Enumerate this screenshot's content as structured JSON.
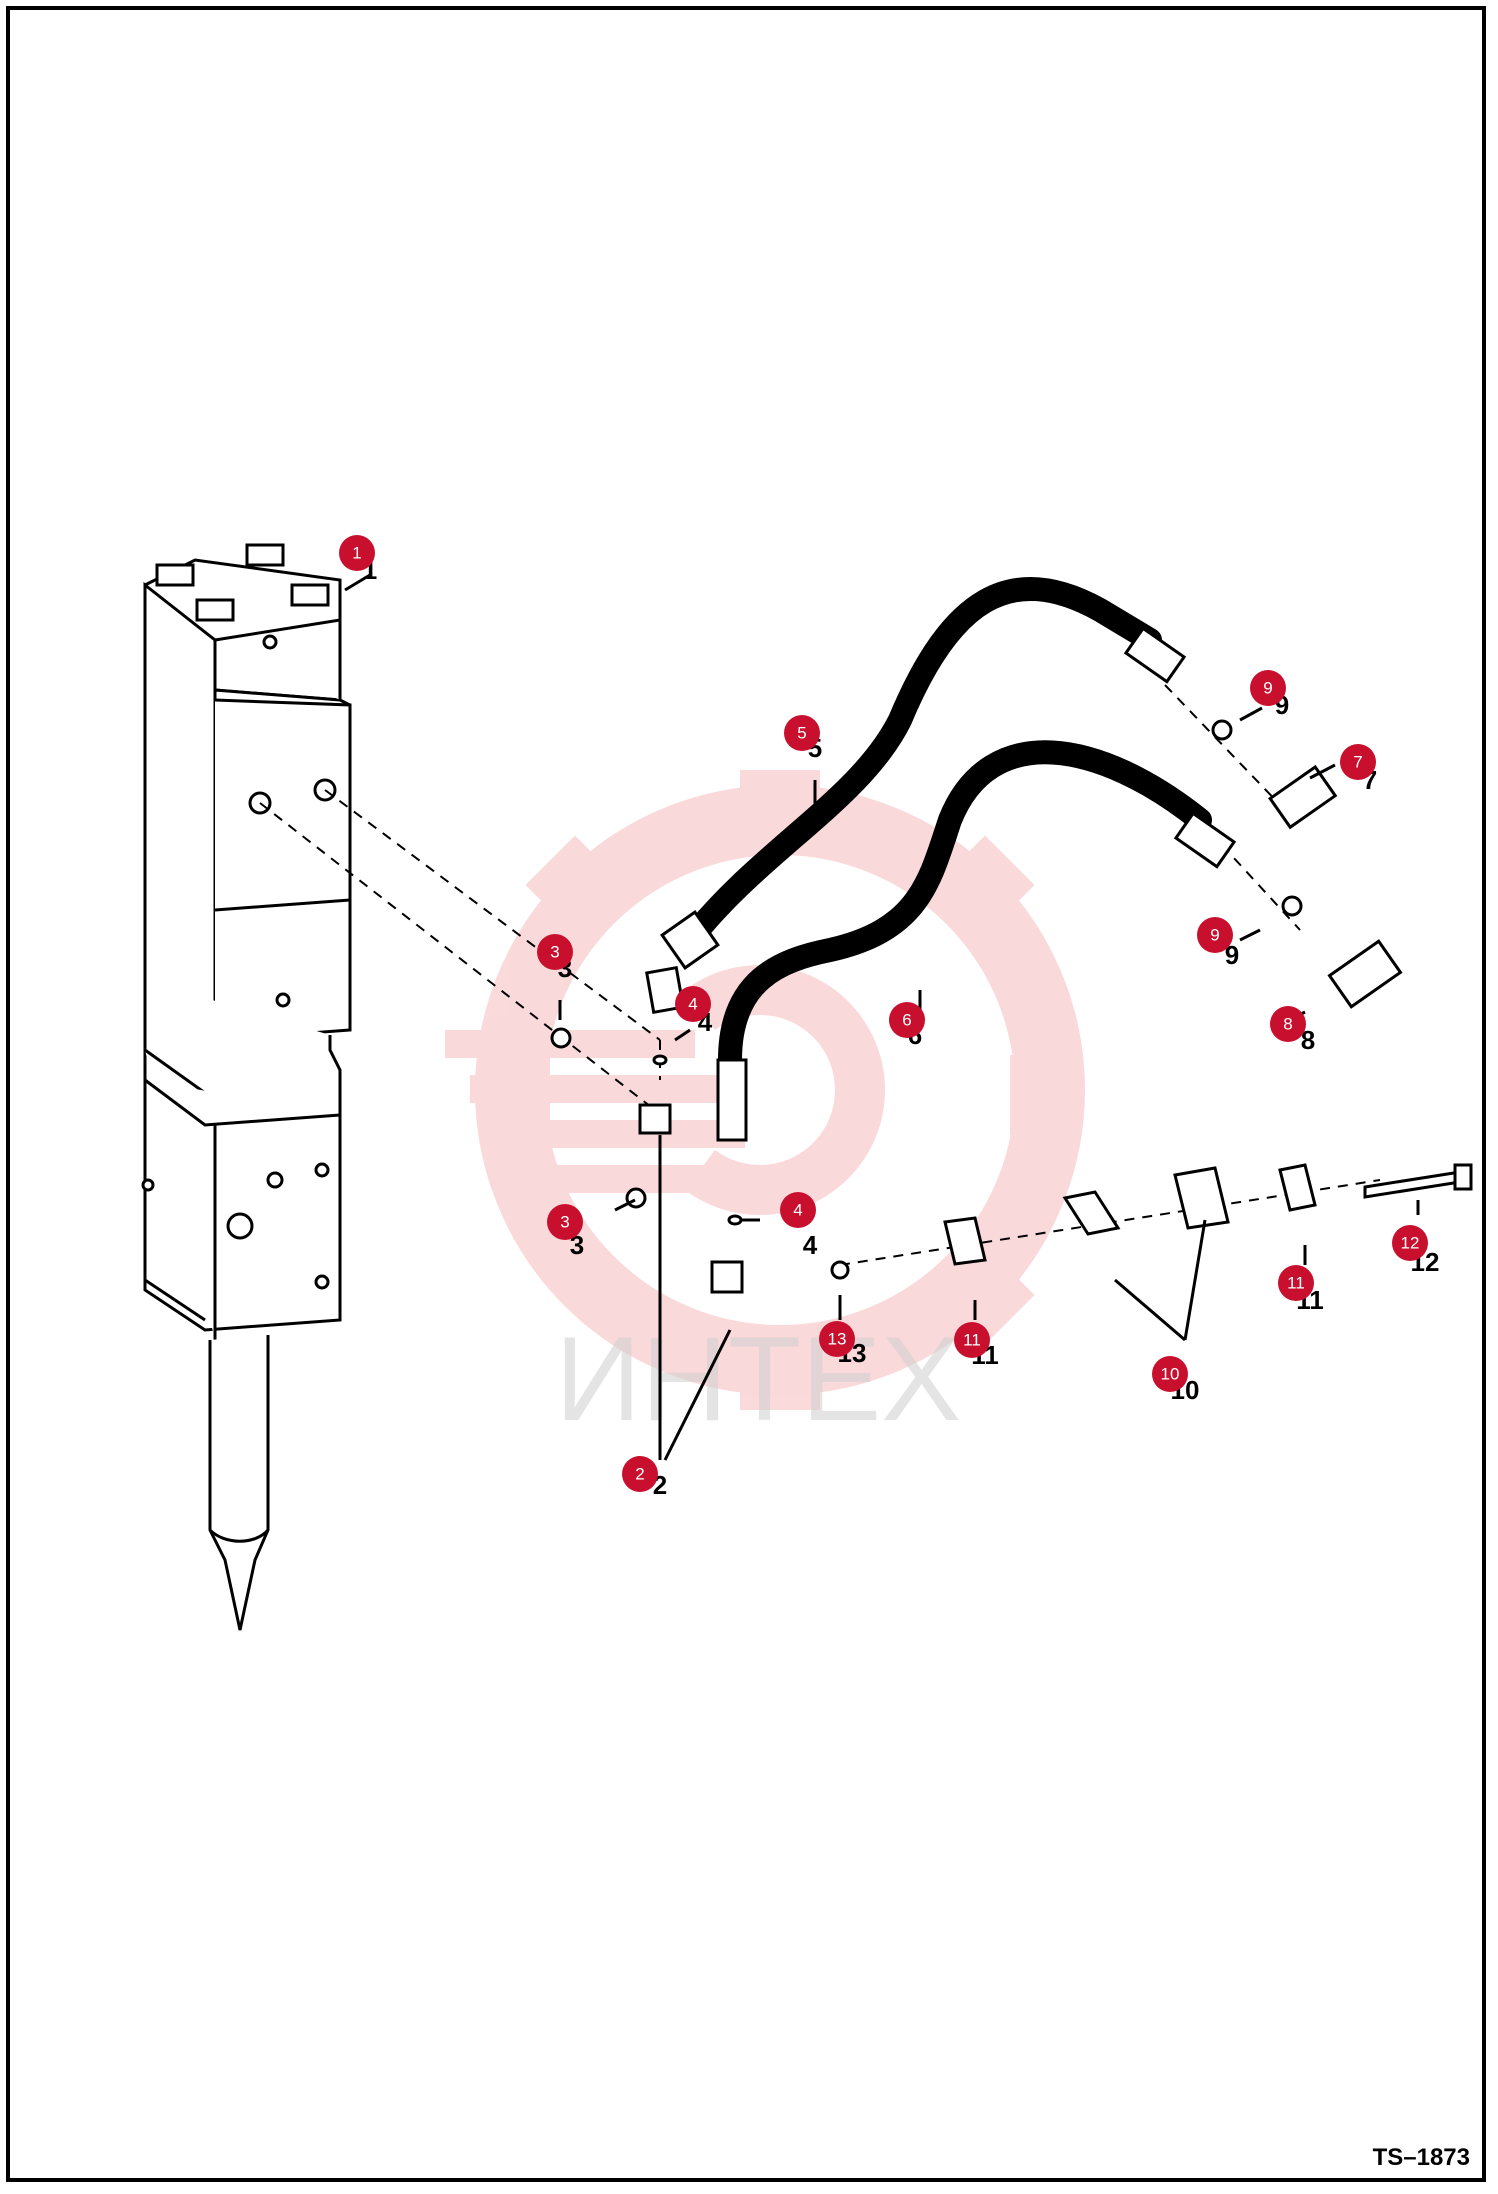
{
  "drawing_code": "TS–1873",
  "watermark": {
    "text": "ИНТЕХ",
    "color": "#e8343c"
  },
  "accent_color": "#c8102e",
  "callouts": [
    "1",
    "2",
    "3",
    "3",
    "4",
    "4",
    "5",
    "6",
    "7",
    "8",
    "9",
    "9",
    "10",
    "11",
    "11",
    "12",
    "13"
  ],
  "icons": [
    "hydraulic-breaker-icon",
    "hose-icon",
    "fitting-icon",
    "o-ring-icon",
    "coupler-icon",
    "clamp-icon",
    "bolt-icon",
    "nut-icon"
  ]
}
